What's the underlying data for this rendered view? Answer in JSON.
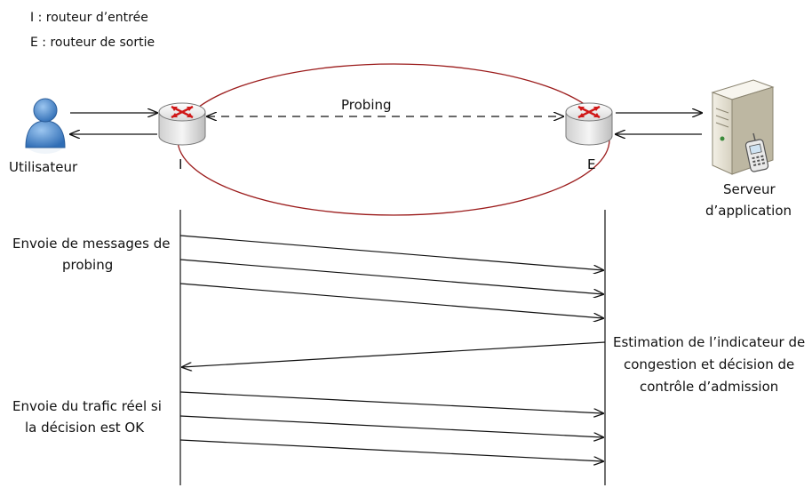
{
  "legend": {
    "ingress": "I : routeur d’entrée",
    "egress": "E : routeur de sortie"
  },
  "nodes": {
    "user": "Utilisateur",
    "router_in": "I",
    "router_out": "E",
    "server_line1": "Serveur",
    "server_line2": "d’application"
  },
  "probing_label": "Probing",
  "annotations": {
    "send_probe_line1": "Envoie de messages de",
    "send_probe_line2": "probing",
    "estimate_line1": "Estimation de l’indicateur de",
    "estimate_line2": "congestion et décision de",
    "estimate_line3": "contrôle d’admission",
    "send_traffic_line1": "Envoie du trafic réel si",
    "send_traffic_line2": "la décision est OK"
  },
  "colors": {
    "ellipse": "#9b1b1b",
    "router_arrows": "#d01818",
    "user_body": "#3f7fc9",
    "server_body": "#e8e4d6"
  }
}
